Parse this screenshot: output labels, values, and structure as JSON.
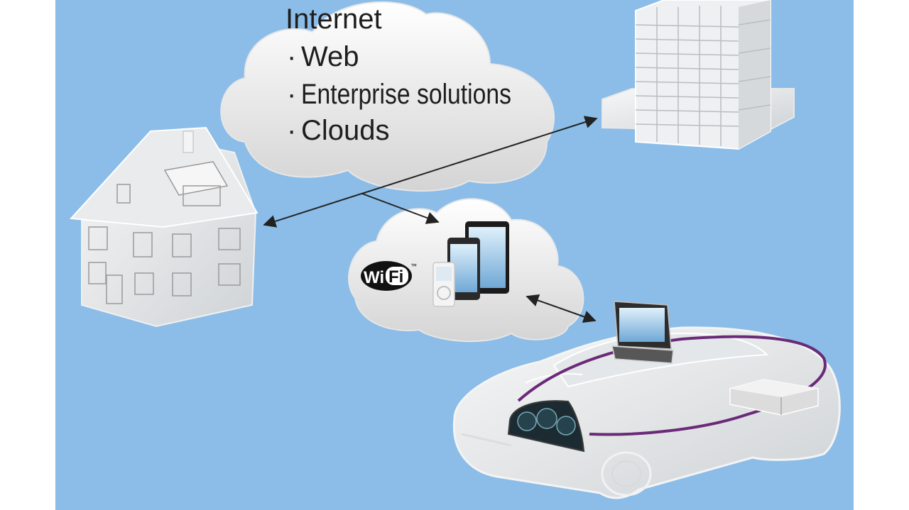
{
  "internet_cloud": {
    "title": "Internet",
    "items": [
      "Web",
      "Enterprise solutions",
      "Clouds"
    ]
  },
  "wifi_logo": {
    "part1": "Wi",
    "part2": "Fi",
    "trademark": "™"
  },
  "colors": {
    "background": "#8bbde8",
    "frame": "#ffffff",
    "cloud": "#f2f2f2",
    "wiring": "#6a2a78",
    "arrow": "#222222"
  }
}
